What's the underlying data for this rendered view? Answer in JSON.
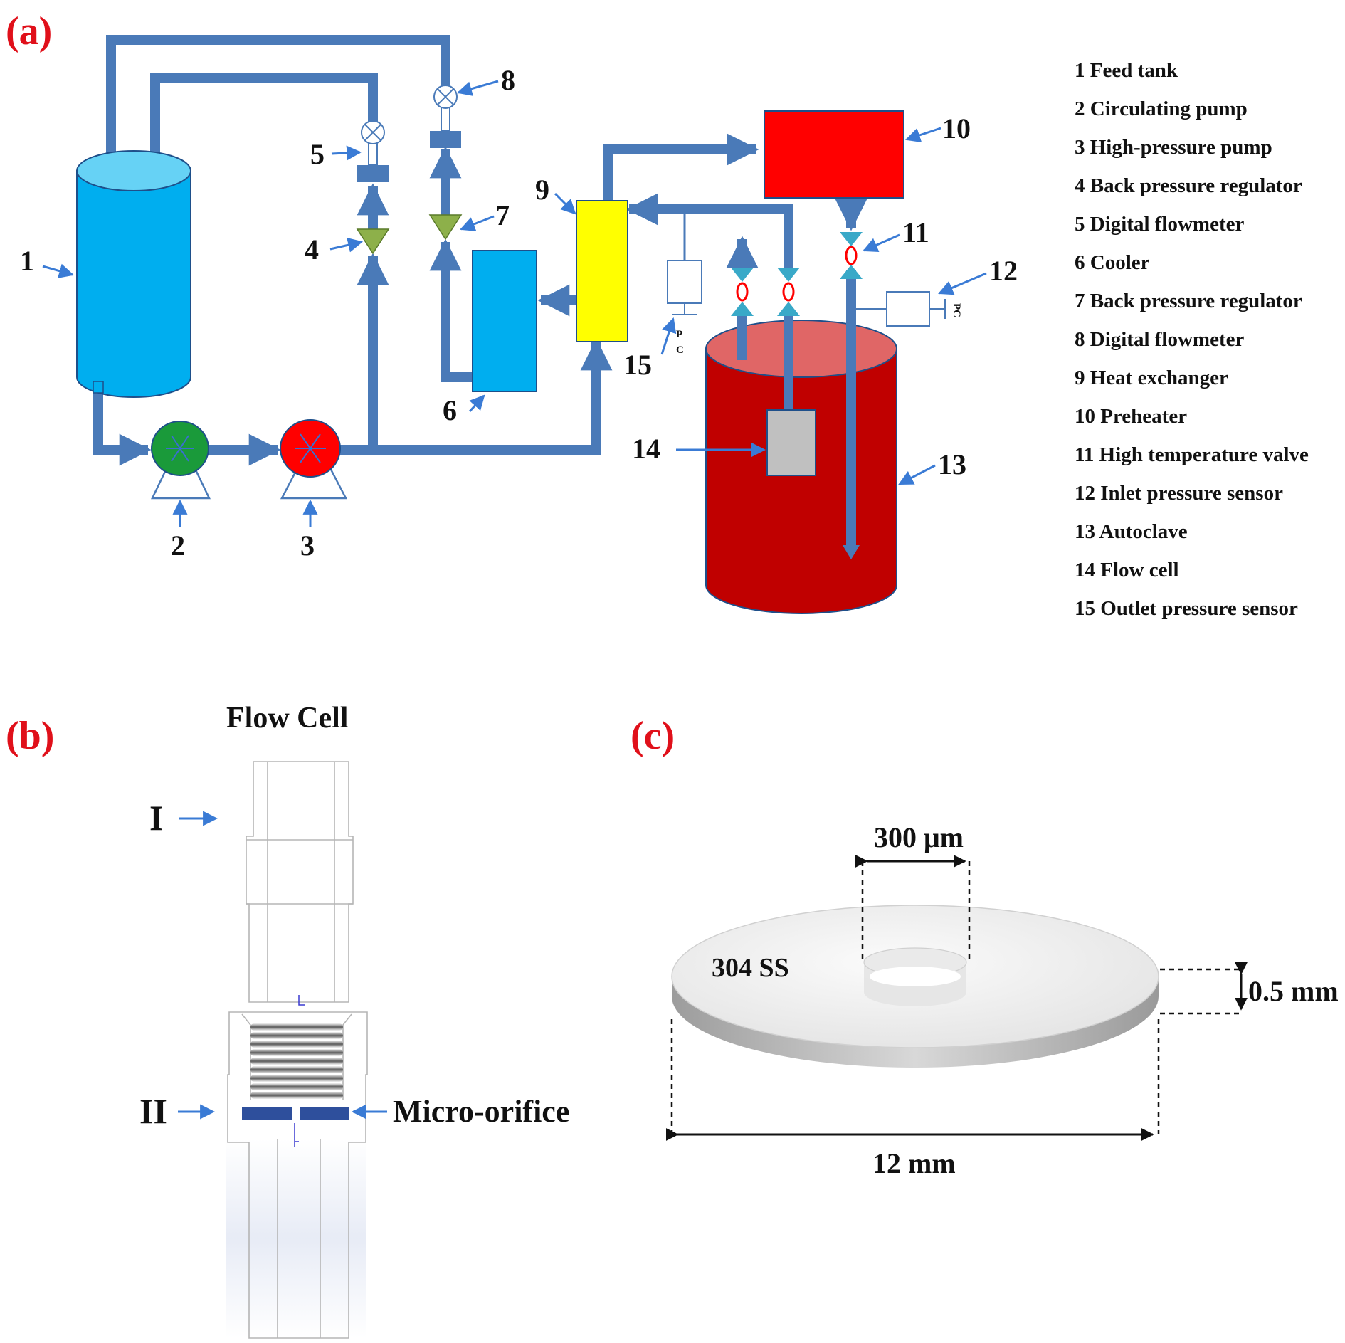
{
  "panels": {
    "a": "(a)",
    "b": "(b)",
    "c": "(c)"
  },
  "schematic_numbers": [
    "1",
    "2",
    "3",
    "4",
    "5",
    "6",
    "7",
    "8",
    "9",
    "10",
    "11",
    "12",
    "13",
    "14",
    "15"
  ],
  "pc_labels": {
    "sensor15_p": "P",
    "sensor15_c": "C",
    "sensor12": "PC"
  },
  "legend": [
    "1 Feed tank",
    "2 Circulating pump",
    "3 High-pressure pump",
    "4 Back pressure regulator",
    "5 Digital flowmeter",
    "6 Cooler",
    "7 Back pressure regulator",
    "8 Digital flowmeter",
    "9 Heat exchanger",
    "10 Preheater",
    "11 High temperature valve",
    "12 Inlet pressure sensor",
    "13 Autoclave",
    "14 Flow cell",
    "15 Outlet pressure sensor"
  ],
  "flow_cell": {
    "title": "Flow Cell",
    "part_1": "I",
    "part_2": "II",
    "micro_orifice": "Micro-orifice"
  },
  "disc": {
    "material": "304 SS",
    "orifice_diameter": "300 μm",
    "thickness": "0.5 mm",
    "diameter": "12 mm"
  },
  "colors": {
    "pipe": "#4a7ab8",
    "feed_tank": "#00aeef",
    "circulating_pump": "#1a9a3a",
    "high_pressure_pump": "#ff0000",
    "heat_exchanger": "#ffff00",
    "cooler": "#00aeef",
    "preheater": "#ff0000",
    "autoclave": "#c00000",
    "flow_cell_box": "#c0c0c0",
    "regulator": "#8db04a",
    "valve": "#39a9c8",
    "panel_label": "#e0101a",
    "orifice_plate": "#2e4f9c"
  }
}
